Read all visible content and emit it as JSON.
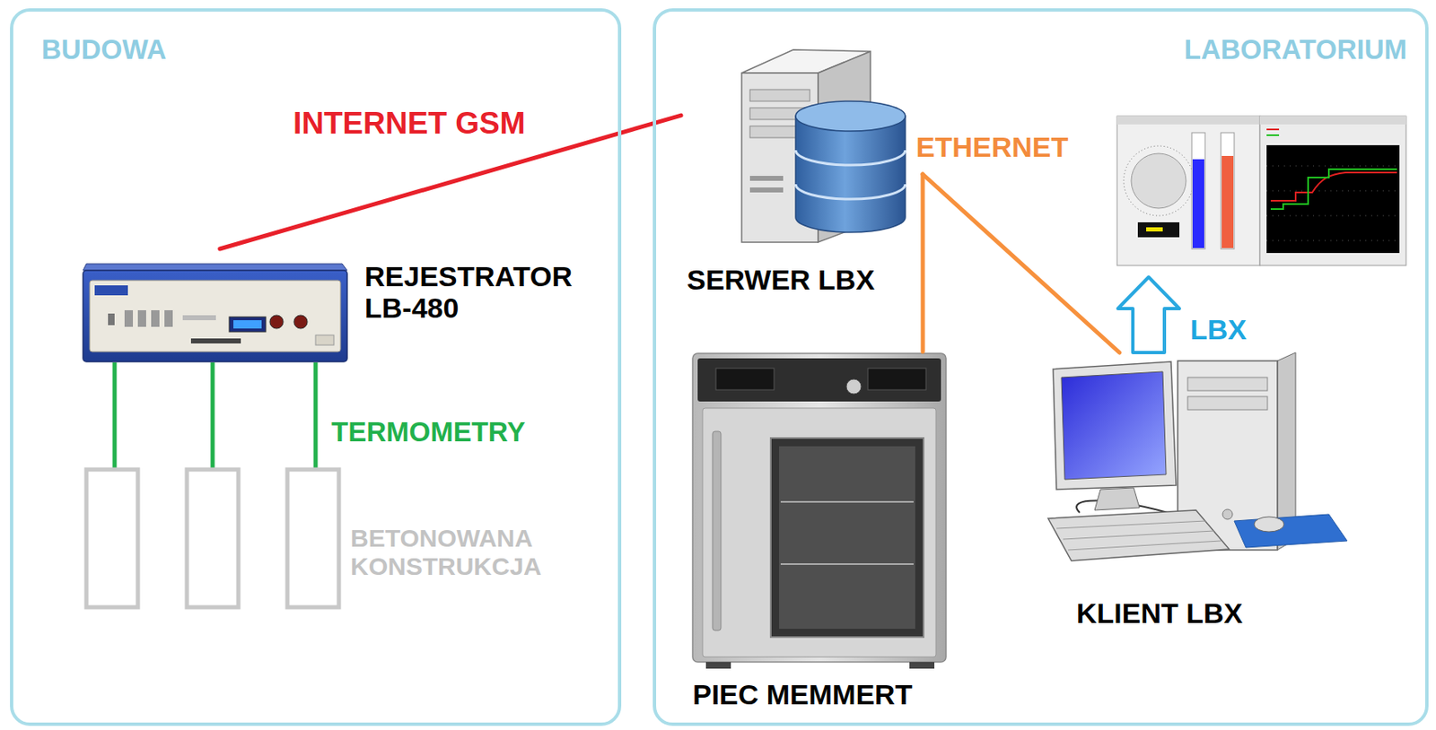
{
  "diagram": {
    "nodes": [
      {
        "text": [
          "BUDOWA"
        ]
      },
      {
        "text": [
          "LABORATORIUM"
        ]
      },
      {
        "text": [
          "REJESTRATOR LB-480"
        ],
        "in": 0
      },
      {
        "text": [
          "SERWER LBX"
        ],
        "in": 1
      },
      {
        "text": [
          "PIEC MEMMERT"
        ],
        "in": 1
      },
      {
        "text": [
          "KLIENT LBX"
        ],
        "in": 1
      }
    ],
    "edges": [
      {
        "from": 2,
        "to": 3,
        "arrow": "none",
        "label": "INTERNET GSM"
      },
      {
        "from": 3,
        "to": 4,
        "arrow": "none"
      },
      {
        "from": 3,
        "to": 5,
        "arrow": "none"
      }
    ],
    "labels": [
      "TERMOMETRY",
      "BETONOWANA KONSTRUKCJA",
      "ETHERNET",
      "LBX"
    ]
  }
}
